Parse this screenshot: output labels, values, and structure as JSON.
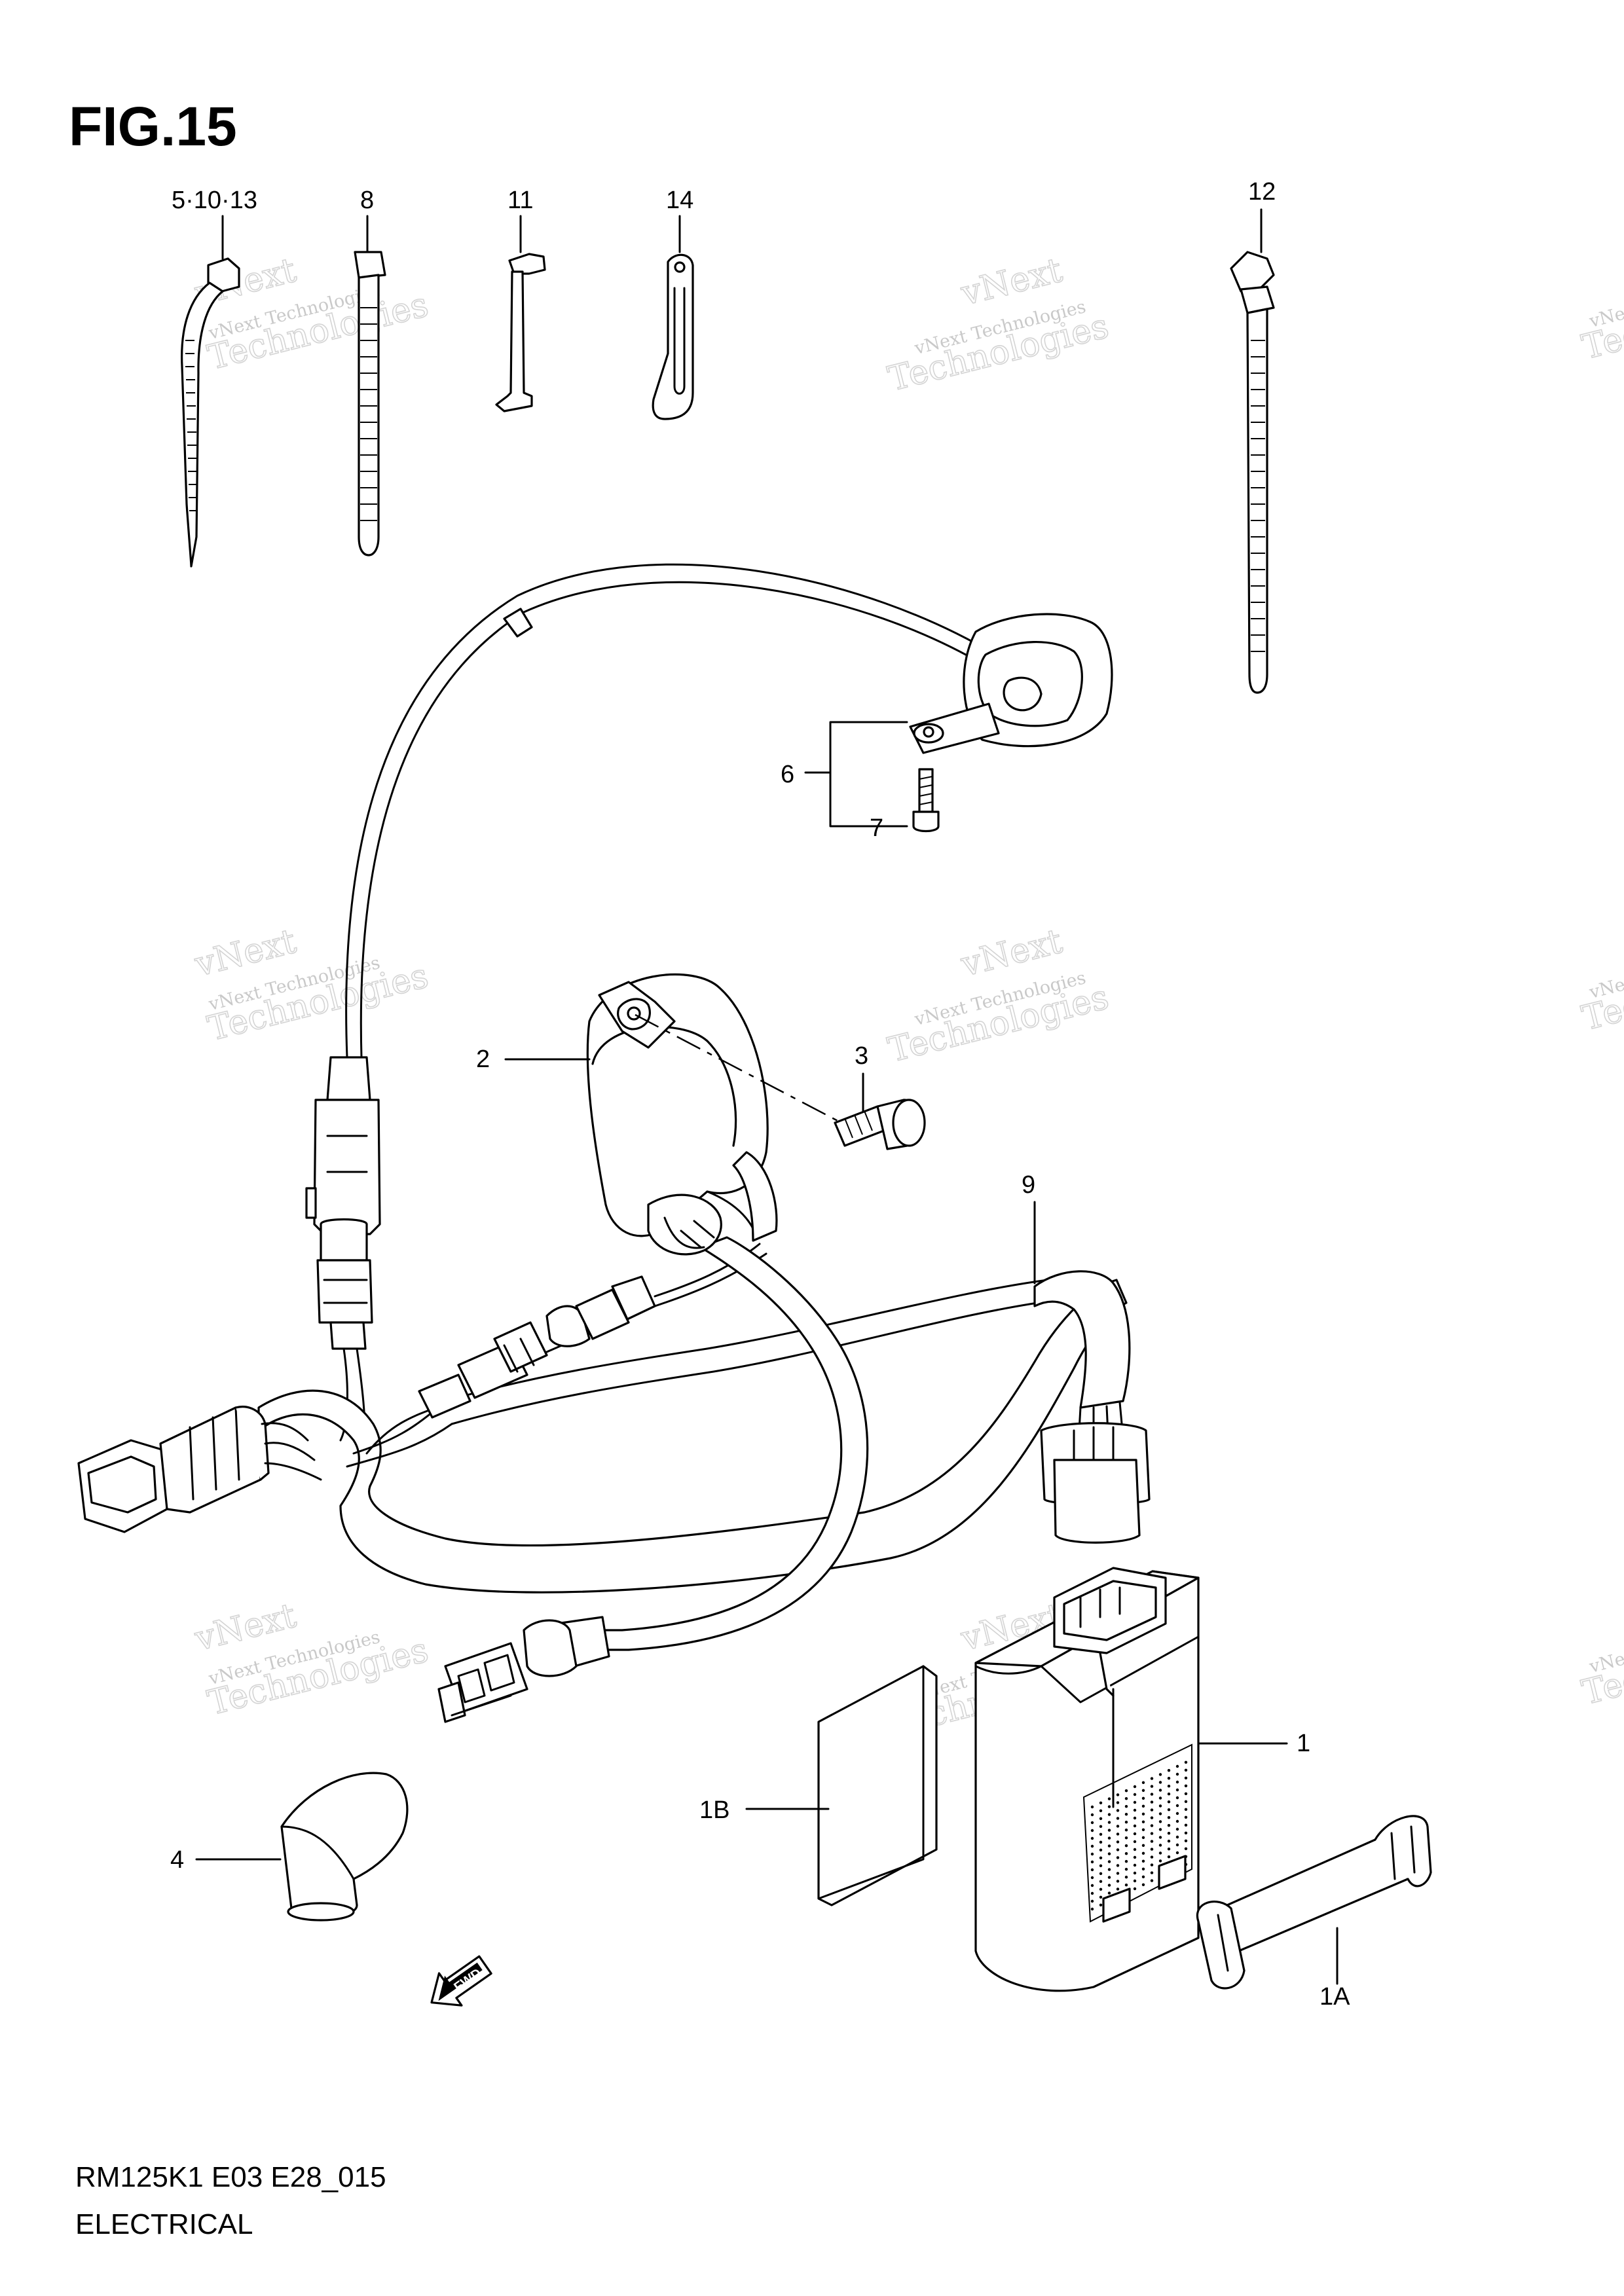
{
  "figure": {
    "title": "FIG.15",
    "model_code": "RM125K1 E03 E28_015",
    "section": "ELECTRICAL",
    "fwd_marker": "FWD"
  },
  "watermark": {
    "line1": "vNext Technologies",
    "line2": "Technologies",
    "accent": "vNext"
  },
  "callouts": {
    "c_5_10_13": "5·10·13",
    "c_8": "8",
    "c_11": "11",
    "c_14": "14",
    "c_12": "12",
    "c_6": "6",
    "c_7": "7",
    "c_2": "2",
    "c_3": "3",
    "c_9": "9",
    "c_1": "1",
    "c_1B": "1B",
    "c_1A": "1A",
    "c_4": "4"
  },
  "colors": {
    "ink": "#000000",
    "paper": "#ffffff",
    "watermark": "#c9c9c9"
  }
}
